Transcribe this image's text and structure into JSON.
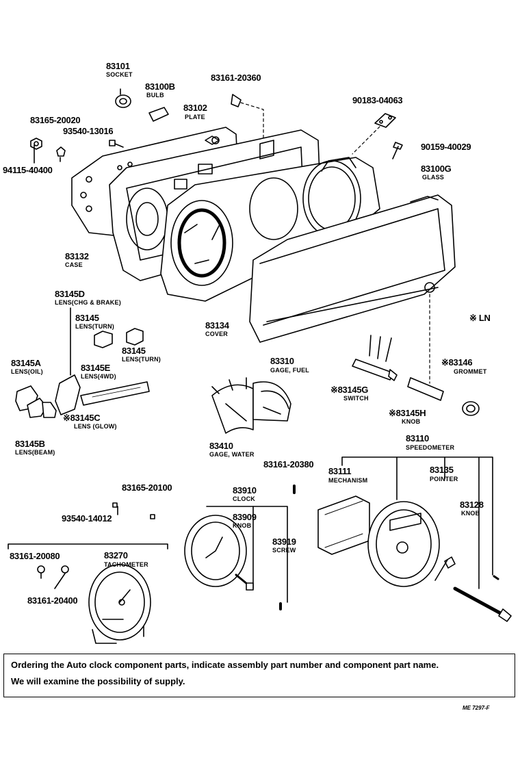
{
  "parts": [
    {
      "id": "socket",
      "number": "83101",
      "name": "SOCKET"
    },
    {
      "id": "bulb",
      "number": "83100B",
      "name": "BULB"
    },
    {
      "id": "screw-20360",
      "number": "83161-20360",
      "name": ""
    },
    {
      "id": "clip-04063",
      "number": "90183-04063",
      "name": ""
    },
    {
      "id": "nut-20020",
      "number": "83165-20020",
      "name": ""
    },
    {
      "id": "screw-13016",
      "number": "93540-13016",
      "name": ""
    },
    {
      "id": "plate",
      "number": "83102",
      "name": "PLATE"
    },
    {
      "id": "screw-40029",
      "number": "90159-40029",
      "name": ""
    },
    {
      "id": "nut-40400",
      "number": "94115-40400",
      "name": ""
    },
    {
      "id": "glass",
      "number": "83100G",
      "name": "GLASS"
    },
    {
      "id": "case",
      "number": "83132",
      "name": "CASE"
    },
    {
      "id": "lens-chg-brake",
      "number": "83145D",
      "name": "LENS(CHG & BRAKE)"
    },
    {
      "id": "lens-turn-a",
      "number": "83145",
      "name": "LENS(TURN)"
    },
    {
      "id": "lens-turn-b",
      "number": "83145",
      "name": "LENS(TURN)"
    },
    {
      "id": "cover",
      "number": "83134",
      "name": "COVER"
    },
    {
      "id": "lens-oil",
      "number": "83145A",
      "name": "LENS(OIL)"
    },
    {
      "id": "lens-4wd",
      "number": "83145E",
      "name": "LENS(4WD)"
    },
    {
      "id": "lens-glow",
      "number": "※83145C",
      "name": "LENS (GLOW)"
    },
    {
      "id": "lens-beam",
      "number": "83145B",
      "name": "LENS(BEAM)"
    },
    {
      "id": "gage-fuel",
      "number": "83310",
      "name": "GAGE, FUEL"
    },
    {
      "id": "switch",
      "number": "※83145G",
      "name": "SWITCH"
    },
    {
      "id": "grommet",
      "number": "※83146",
      "name": "GROMMET"
    },
    {
      "id": "knob-h",
      "number": "※83145H",
      "name": "KNOB"
    },
    {
      "id": "gage-water",
      "number": "83410",
      "name": "GAGE, WATER"
    },
    {
      "id": "speedometer",
      "number": "83110",
      "name": "SPEEDOMETER"
    },
    {
      "id": "screw-20380",
      "number": "83161-20380",
      "name": ""
    },
    {
      "id": "mechanism",
      "number": "83111",
      "name": "MECHANISM"
    },
    {
      "id": "pointer",
      "number": "83135",
      "name": "POINTER"
    },
    {
      "id": "nut-20100",
      "number": "83165-20100",
      "name": ""
    },
    {
      "id": "clock",
      "number": "83910",
      "name": "CLOCK"
    },
    {
      "id": "knob-128",
      "number": "83128",
      "name": "KNOB"
    },
    {
      "id": "screw-14012",
      "number": "93540-14012",
      "name": ""
    },
    {
      "id": "knob-909",
      "number": "83909",
      "name": "KNOB"
    },
    {
      "id": "screw-919",
      "number": "83919",
      "name": "SCREW"
    },
    {
      "id": "screw-20080",
      "number": "83161-20080",
      "name": ""
    },
    {
      "id": "tachometer",
      "number": "83270",
      "name": "TACHOMETER"
    },
    {
      "id": "screw-20400",
      "number": "83161-20400",
      "name": ""
    }
  ],
  "ln_note": "※ LN",
  "ordering_note": {
    "line1": "Ordering the Auto clock component parts, indicate assembly part number and component part name.",
    "line2": "We will examine the possibility of supply."
  },
  "ref_code": "ME 7297-F"
}
